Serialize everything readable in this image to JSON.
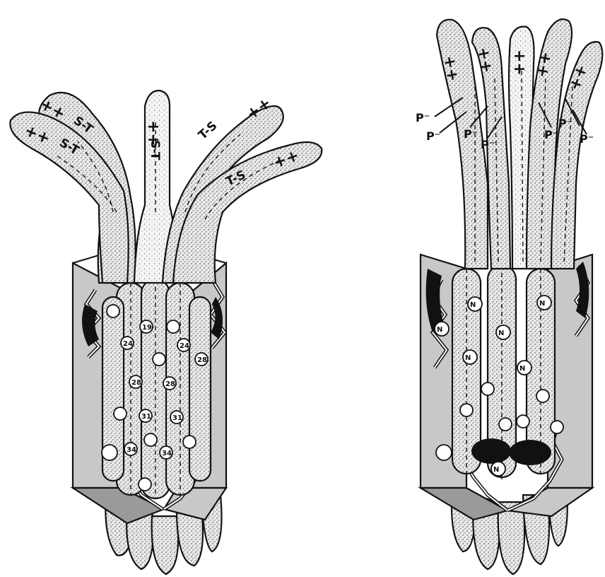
{
  "left_structure": {
    "arm_labels": [
      "S-T",
      "S-T",
      "S-T",
      "T-S",
      "T-S"
    ],
    "charge_label": "++",
    "residue_labels": [
      "19",
      "24",
      "24",
      "28",
      "28",
      "28",
      "31",
      "31",
      "34",
      "34"
    ]
  },
  "right_structure": {
    "charge_label": "++",
    "phosphate_labels": [
      "P⁻",
      "P⁻",
      "P⁻",
      "P⁻",
      "P⁻",
      "P⁻",
      "P⁻"
    ],
    "residue_labels": [
      "N",
      "N",
      "N",
      "N",
      "N",
      "N",
      "N"
    ]
  }
}
